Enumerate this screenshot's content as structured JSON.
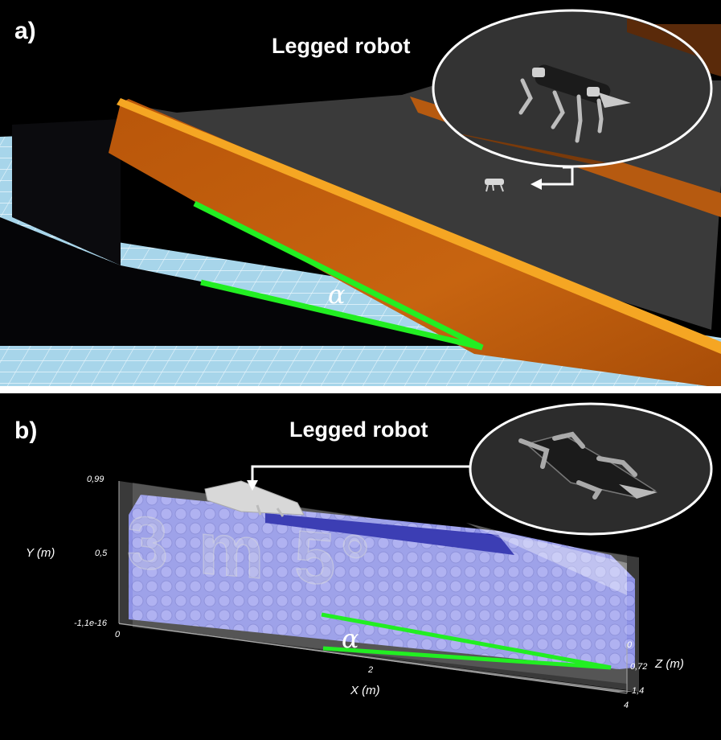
{
  "panel_a": {
    "letter": "a)",
    "robot_label": "Legged robot",
    "angle_symbol": "α"
  },
  "panel_b": {
    "letter": "b)",
    "robot_label": "Legged robot",
    "angle_symbol": "α",
    "watermark": "3 m 5°",
    "axes": {
      "x_label": "X (m)",
      "y_label": "Y (m)",
      "z_label": "Z (m)",
      "y_ticks": [
        "0,99",
        "0,5",
        "-1,1e-16"
      ],
      "x_ticks": [
        "0",
        "2",
        "4"
      ],
      "z_ticks": [
        "0",
        "0,72",
        "1,4"
      ]
    }
  },
  "colors": {
    "ramp_side": "#c8620c",
    "ramp_edge": "#f5a623",
    "ground_grid": "#9fd0e6",
    "angle_marker": "#22ee22",
    "particles": "#8e92e6"
  }
}
